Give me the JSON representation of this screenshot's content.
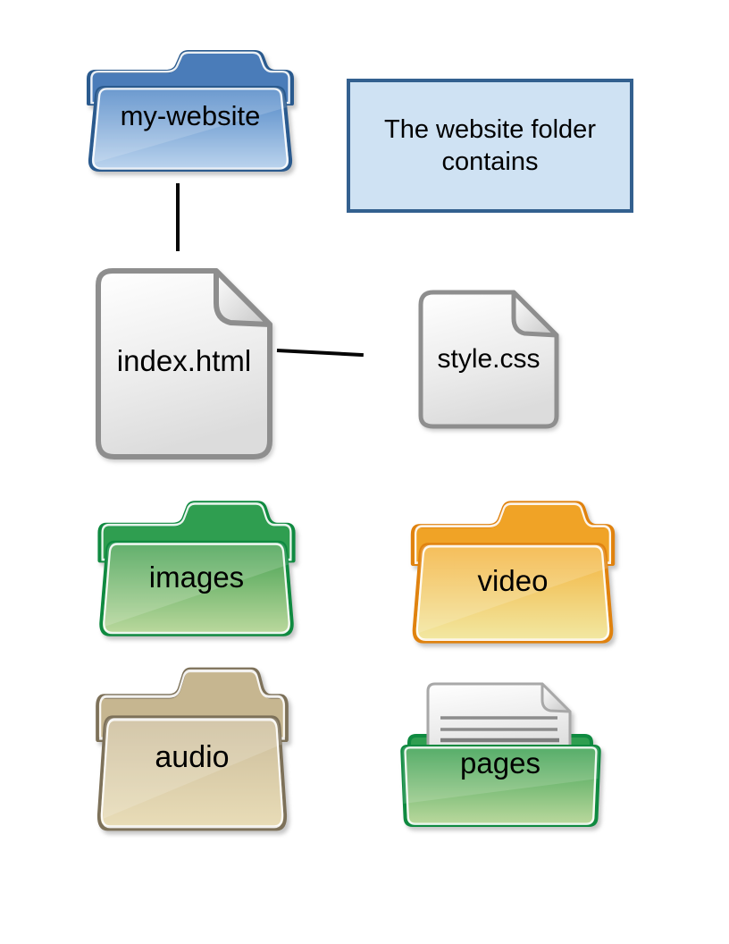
{
  "diagram": {
    "title_hint": "website folder structure",
    "root_folder": {
      "label": "my-website",
      "color": "blue"
    },
    "note": {
      "text": "The website folder contains"
    },
    "files": [
      {
        "label": "index.html"
      },
      {
        "label": "style.css"
      }
    ],
    "subfolders": [
      {
        "label": "images",
        "color": "green"
      },
      {
        "label": "video",
        "color": "orange"
      },
      {
        "label": "audio",
        "color": "tan"
      },
      {
        "label": "pages",
        "color": "green-open"
      }
    ],
    "colors": {
      "background": "#ffffff",
      "note_fill": "#cfe2f3",
      "note_border": "#33608f",
      "connector": "#060606",
      "blue_border": "#2a5a8e",
      "blue_back": "#4a7cb9",
      "blue_front_top": "#4f86c6",
      "blue_front_bottom": "#bdd5ee",
      "green_border": "#0f8a40",
      "green_back": "#2f9e50",
      "green_front_top": "#43a050",
      "green_front_bottom": "#bcd99e",
      "orange_border": "#e0820e",
      "orange_back": "#f0a326",
      "orange_front_top": "#f3b13a",
      "orange_front_bottom": "#f2e9a4",
      "tan_border": "#7d7159",
      "tan_back": "#c6b690",
      "tan_front_top": "#cbbc9a",
      "tan_front_bottom": "#e9ddb8",
      "doc_border": "#8e8e8e",
      "doc_fill_top": "#ffffff",
      "doc_fill_bottom": "#dcdcdc",
      "doc_text_lines": "#8c8c8c"
    }
  }
}
